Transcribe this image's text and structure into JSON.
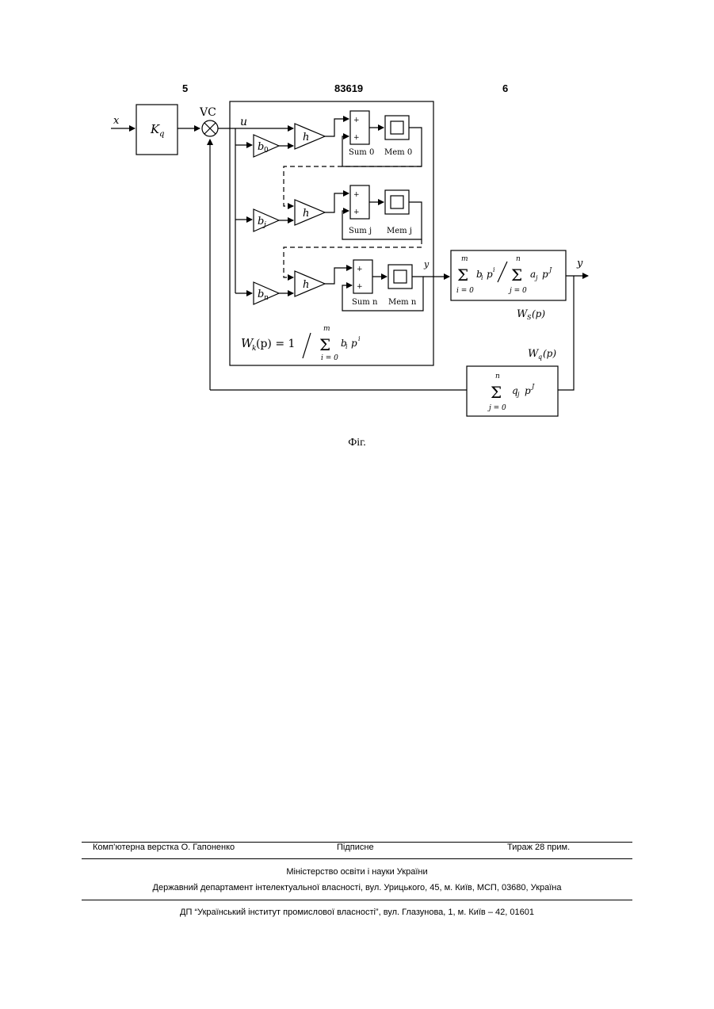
{
  "header": {
    "page_left": "5",
    "patent_number": "83619",
    "page_right": "6"
  },
  "figure": {
    "caption": "Фіг.",
    "labels": {
      "input": "x",
      "kq": "K",
      "kq_sub": "q",
      "vc": "VC",
      "u": "u",
      "y_inner": "y",
      "y_out": "y",
      "sum0": "Sum 0",
      "mem0": "Mem 0",
      "sumj": "Sum j",
      "memj": "Mem j",
      "sumn": "Sum n",
      "memn": "Mem n",
      "b0": "b",
      "b0_sub": "0",
      "bj": "b",
      "bj_sub": "j",
      "bn": "b",
      "bn_sub": "n",
      "h": "h",
      "plus": "+",
      "ws": "W",
      "ws_sub": "S",
      "ws_arg": "(p)",
      "wq": "W",
      "wq_sub": "q",
      "wq_arg": "(p)",
      "wk": "W",
      "wk_sub": "k",
      "wk_arg": "(p) = 1",
      "sigma": "Σ",
      "m_top": "m",
      "n_top": "n",
      "i_eq_0": "i = 0",
      "j_eq_0": "j = 0",
      "bi_pi": "b",
      "i_sub": "i",
      "p": "p",
      "i_sup": "i",
      "aj": "a",
      "j_sub": "j",
      "j_sup": "J",
      "qj": "q"
    }
  },
  "footer": {
    "row1": {
      "left": "Комп’ютерна верстка О. Гапоненко",
      "middle": "Підписне",
      "right": "Тираж 28 прим."
    },
    "ministry": "Міністерство освіти і науки України",
    "department": "Державний департамент інтелектуальної власності, вул. Урицького, 45, м. Київ, МСП, 03680, Україна",
    "publisher": "ДП “Український інститут промислової власності”, вул. Глазунова, 1, м. Київ – 42, 01601"
  }
}
